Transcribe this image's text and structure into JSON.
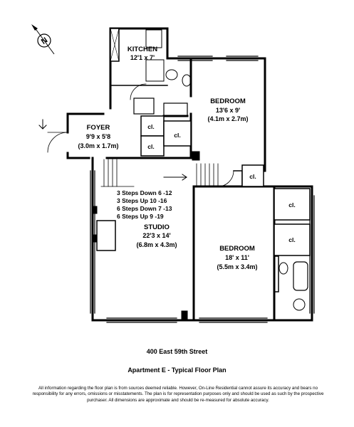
{
  "rooms": {
    "kitchen": {
      "name": "KITCHEN",
      "dims": "12'1 x 7'"
    },
    "bedroom1": {
      "name": "BEDROOM",
      "dims": "13'6 x 9'",
      "metric": "(4.1m x 2.7m)"
    },
    "foyer": {
      "name": "FOYER",
      "dims": "9'9 x 5'8",
      "metric": "(3.0m x 1.7m)"
    },
    "studio": {
      "name": "STUDIO",
      "dims": "22'3 x 14'",
      "metric": "(6.8m x 4.3m)"
    },
    "bedroom2": {
      "name": "BEDROOM",
      "dims": "18' x 11'",
      "metric": "(5.5m x 3.4m)"
    }
  },
  "closet_label": "cl.",
  "steps": [
    "3 Steps Down 6 -12",
    "3 Steps Up 10 -16",
    "6 Steps Down 7 -13",
    "6 Steps Up 9 -19"
  ],
  "compass_letter": "N",
  "colors": {
    "wall": "#000000",
    "background": "#ffffff"
  },
  "footer": {
    "address": "400 East 59th Street",
    "subtitle": "Apartment E - Typical Floor Plan",
    "disclaimer": "All information regarding the floor plan is from sources deemed reliable. However, On-Line Residential cannot assure its accuracy and bears no responsibility for any errors, omissions or misstatements. The plan is for representation purposes only and should be used as such by the prospective purchaser. All dimensions are approximate and should be re-measured for absolute accuracy."
  }
}
